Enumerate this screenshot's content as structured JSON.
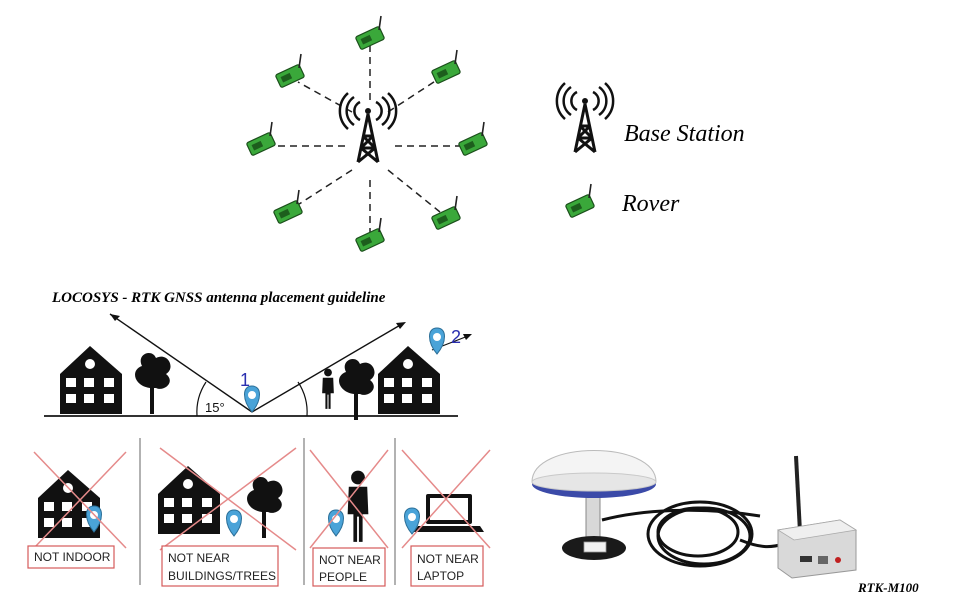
{
  "legend": {
    "base_station_label": "Base Station",
    "rover_label": "Rover"
  },
  "guideline": {
    "title": "LOCOSYS - RTK GNSS antenna placement guideline",
    "marker_1": "1",
    "marker_2": "2",
    "angle_label": "15°"
  },
  "rules": [
    {
      "line1": "NOT INDOOR",
      "line2": ""
    },
    {
      "line1": "NOT NEAR",
      "line2": "BUILDINGS/TREES"
    },
    {
      "line1": "NOT NEAR",
      "line2": "PEOPLE"
    },
    {
      "line1": "NOT NEAR",
      "line2": "LAPTOP"
    }
  ],
  "product": {
    "caption": "RTK-M100"
  },
  "icons": {
    "tower": "radio-tower-icon",
    "rover": "rover-receiver-icon",
    "pin": "location-pin-icon",
    "house": "house-icon",
    "tree": "tree-icon",
    "person": "person-icon",
    "laptop": "laptop-icon",
    "cross": "cross-out-icon"
  },
  "colors": {
    "rover_green": "#3aa83a",
    "pin_blue": "#4aa3d8",
    "cross_red": "#e58a8a",
    "box_red": "#d65a5a",
    "marker_blue": "#2a2fb0"
  }
}
